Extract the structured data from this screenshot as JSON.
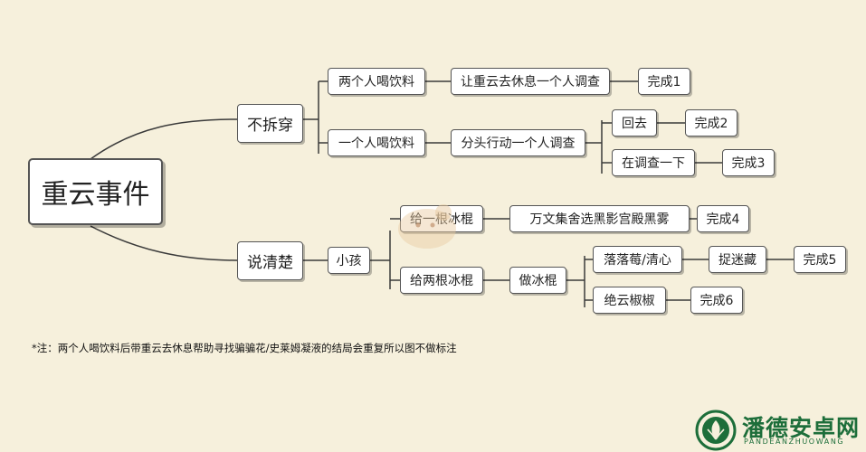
{
  "diagram": {
    "root": {
      "label": "重云事件"
    },
    "branches": {
      "not_expose": {
        "label": "不拆穿"
      },
      "tell_clearly": {
        "label": "说清楚"
      }
    },
    "nodes": {
      "two_drink": "两个人喝饮料",
      "one_drink": "一个人喝饮料",
      "let_rest": "让重云去休息一个人调查",
      "split_up": "分头行动一个人调查",
      "go_back": "回去",
      "investigate": "在调查一下",
      "child": "小孩",
      "give_one": "给一根冰棍",
      "give_two": "给两根冰棍",
      "wanwen": "万文集舍选黑影宫殿黑雾",
      "make_ice": "做冰棍",
      "luoluomei": "落落莓/清心",
      "hide_seek": "捉迷藏",
      "jueyun": "绝云椒椒"
    },
    "endings": {
      "e1": "完成1",
      "e2": "完成2",
      "e3": "完成3",
      "e4": "完成4",
      "e5": "完成5",
      "e6": "完成6"
    }
  },
  "note": "*注：两个人喝饮料后带重云去休息帮助寻找骗骗花/史莱姆凝液的结局会重复所以图不做标注",
  "watermark": {
    "text": "潘德安卓网",
    "sub": "PANDEANZHUOWANG",
    "color": "#1d6e3a"
  }
}
